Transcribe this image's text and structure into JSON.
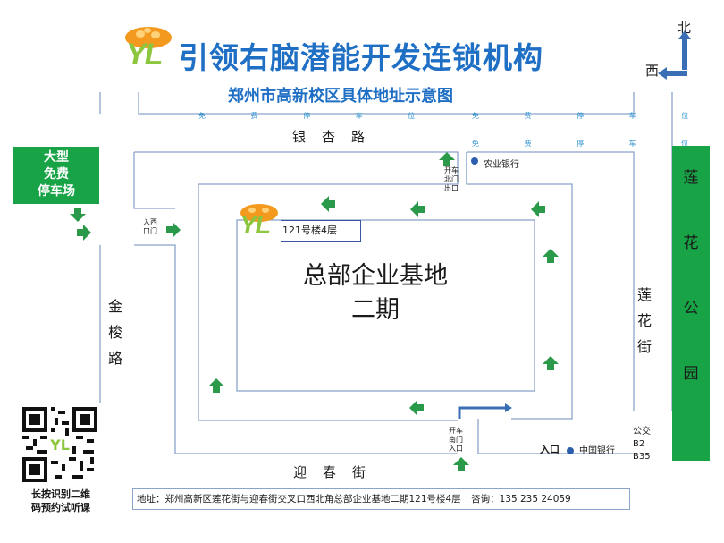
{
  "header": {
    "brand_name": "引领右脑潜能开发连锁机构",
    "logo_text": "YL",
    "subtitle": "郑州市高新校区具体地址示意图"
  },
  "compass": {
    "north": "北",
    "west": "西"
  },
  "roads": {
    "north": "银杏路",
    "south": "迎春街",
    "west": "金梭路",
    "east": "莲花街",
    "park": "莲花公园"
  },
  "parking_lot": {
    "lines": [
      "大型",
      "免费",
      "停车场"
    ]
  },
  "free_parking_label": "免 费 停 车 位",
  "building": {
    "floor_label": "121号楼4层",
    "name_line1": "总部企业基地",
    "name_line2": "二期"
  },
  "gates": {
    "north_exit": [
      "开车",
      "北门",
      "出口"
    ],
    "west_entry": [
      "入西",
      "口门"
    ],
    "south_entry": [
      "开车",
      "南门",
      "入口"
    ],
    "entrance": "入口"
  },
  "landmarks": {
    "agri_bank": "农业银行",
    "china_bank": "中国银行",
    "bus_stop": [
      "公交",
      "B2",
      "B35"
    ]
  },
  "qr": {
    "caption_line1": "长按识别二维",
    "caption_line2": "码预约试听课"
  },
  "footer": {
    "address": "地址：郑州高新区莲花街与迎春街交叉口西北角总部企业基地二期121号楼4层",
    "phone_label": "咨询：",
    "phone": "135 235 24059"
  },
  "colors": {
    "accent_blue": "#1f6fc5",
    "park_green": "#17a346",
    "arrow_green": "#2a9a4a",
    "road_line": "#8aa5c9"
  }
}
